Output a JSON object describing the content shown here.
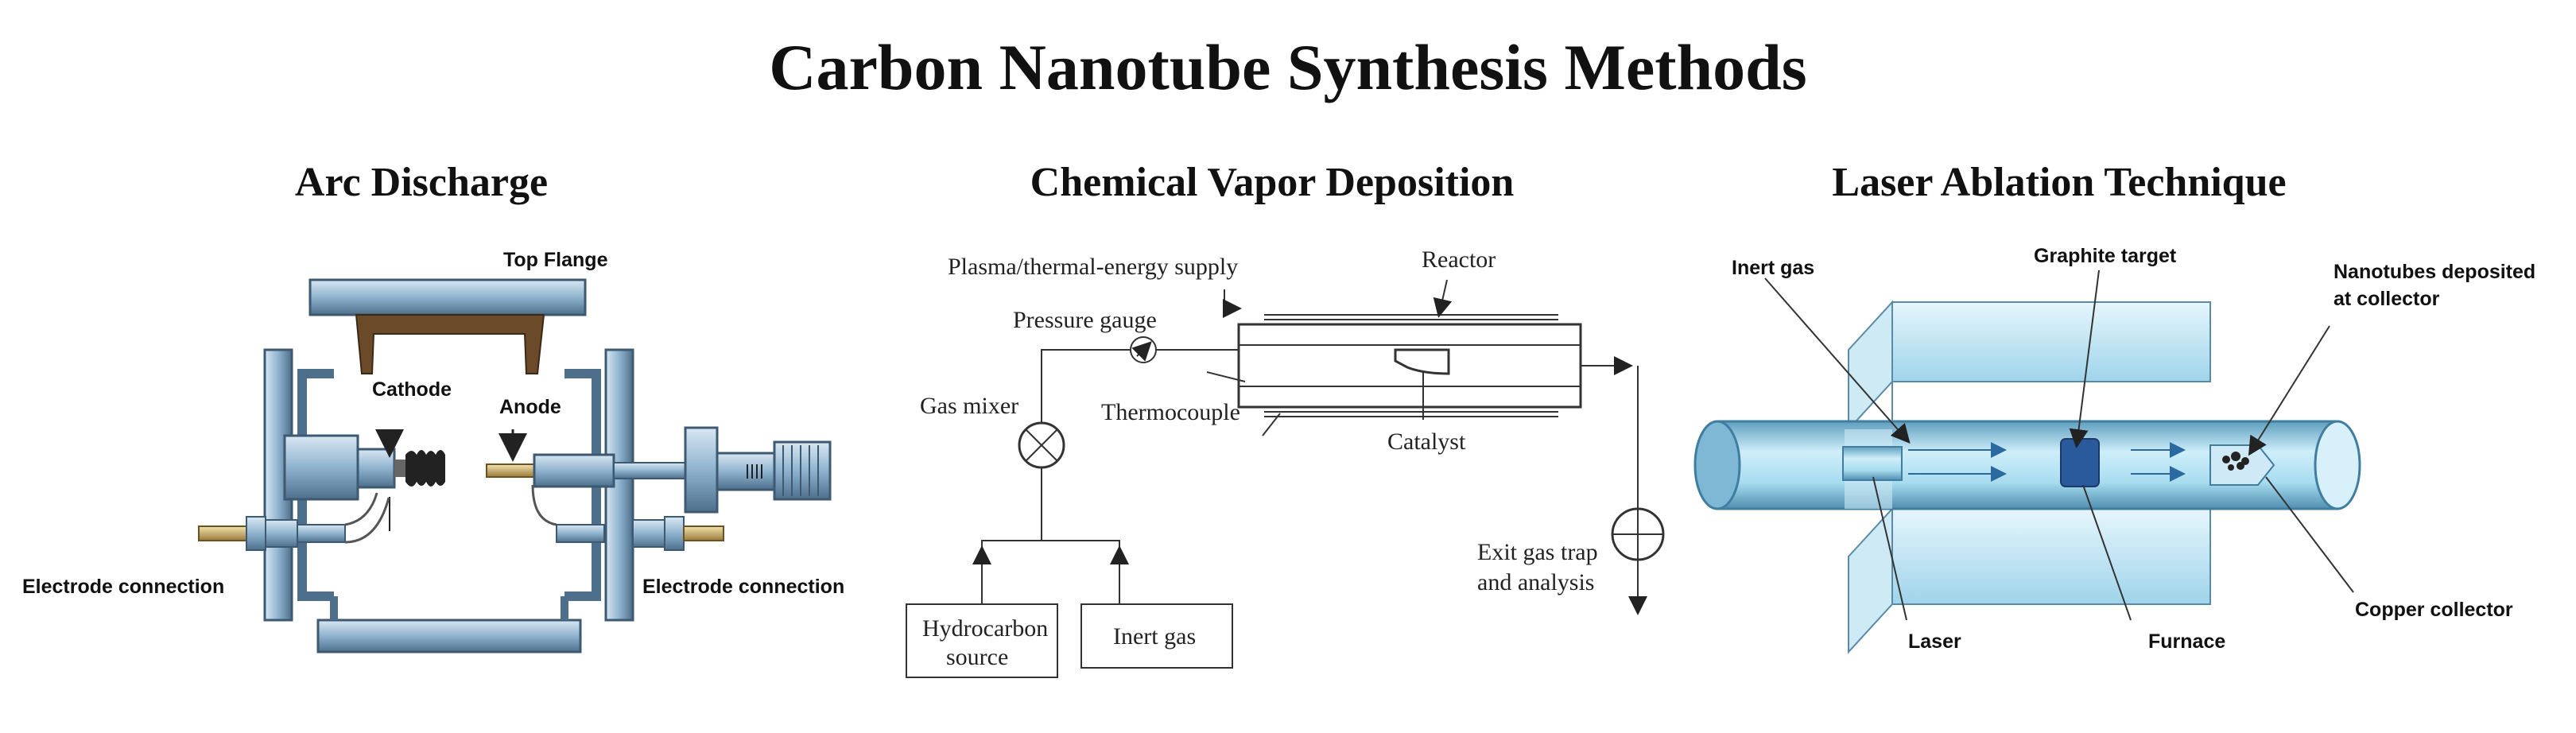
{
  "title": "Carbon Nanotube Synthesis Methods",
  "panels": {
    "arc": {
      "title": "Arc Discharge",
      "labels": {
        "top_flange": "Top Flange",
        "cathode": "Cathode",
        "anode": "Anode",
        "electrode_left": "Electrode connection",
        "electrode_right": "Electrode connection"
      }
    },
    "cvd": {
      "title": "Chemical Vapor Deposition",
      "labels": {
        "plasma": "Plasma/thermal-energy supply",
        "reactor": "Reactor",
        "pressure": "Pressure gauge",
        "gas_mixer": "Gas mixer",
        "thermocouple": "Thermocouple",
        "catalyst": "Catalyst",
        "exit1": "Exit gas trap",
        "exit2": "and analysis",
        "hydro1": "Hydrocarbon",
        "hydro2": "source",
        "inert": "Inert gas"
      }
    },
    "laser": {
      "title": "Laser Ablation Technique",
      "labels": {
        "inert": "Inert gas",
        "graphite": "Graphite target",
        "nano1": "Nanotubes deposited",
        "nano2": "at collector",
        "laser": "Laser",
        "furnace": "Furnace",
        "copper": "Copper collector"
      }
    }
  },
  "colors": {
    "metal_blue": "#8fb3cf",
    "metal_dark": "#4d6f8c",
    "flange_brown": "#6b4a2a",
    "glass_blue": "#b9e3f3",
    "line": "#333333"
  }
}
